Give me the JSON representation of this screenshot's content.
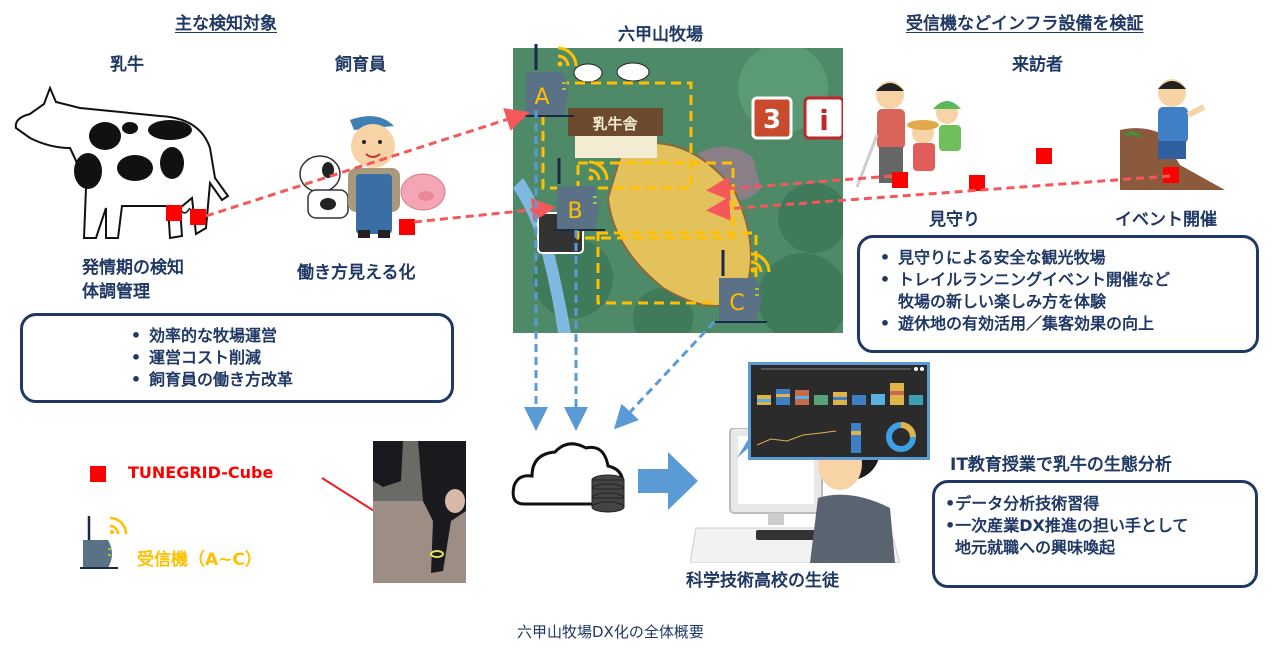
{
  "sections": {
    "left_heading": "主な検知対象",
    "center_heading": "六甲山牧場",
    "right_heading": "受信機などインフラ設備を検証"
  },
  "targets": {
    "cow": {
      "label": "乳牛",
      "caption_lines": [
        "発情期の検知",
        "体調管理"
      ]
    },
    "keeper": {
      "label": "飼育員",
      "caption": "働き方見える化"
    },
    "visitors": {
      "label": "来訪者",
      "watch_caption": "見守り",
      "event_caption": "イベント開催"
    }
  },
  "left_box": {
    "items": [
      "効率的な牧場運営",
      "運営コスト削減",
      "飼育員の働き方改革"
    ],
    "bullet": "•"
  },
  "right_box": {
    "items": [
      {
        "text": "見守りによる安全な観光牧場",
        "bullet": "•"
      },
      {
        "text": "トレイルランニングイベント開催など",
        "bullet": "•"
      },
      {
        "text": "牧場の新しい楽しみ方を体験",
        "bullet": ""
      },
      {
        "text": "遊休地の有効活用／集客効果の向上",
        "bullet": "•"
      }
    ]
  },
  "map": {
    "barn_label": "乳牛舎",
    "sign_number": "3",
    "sign_info": "i",
    "receivers": [
      "A",
      "B",
      "C"
    ]
  },
  "legend": {
    "cube_label": "TUNEGRID-Cube",
    "receiver_label": "受信機（A~C）"
  },
  "student": {
    "caption": "科学技術高校の生徒"
  },
  "education": {
    "heading": "IT教育授業で乳牛の生態分析",
    "items": [
      {
        "text": "データ分析技術習得",
        "bullet": "•"
      },
      {
        "text": "一次産業DX推進の担い手として",
        "bullet": "•"
      },
      {
        "text": "地元就職への興味喚起",
        "bullet": ""
      }
    ]
  },
  "figure_caption": "六甲山牧場DX化の全体概要",
  "colors": {
    "navy": "#1f3864",
    "sensor_red": "#ff0000",
    "link_red": "#f4585a",
    "uplink_blue": "#5b9bd5",
    "zone_yellow": "#ffc000",
    "receiver_gray": "#5b7185"
  }
}
